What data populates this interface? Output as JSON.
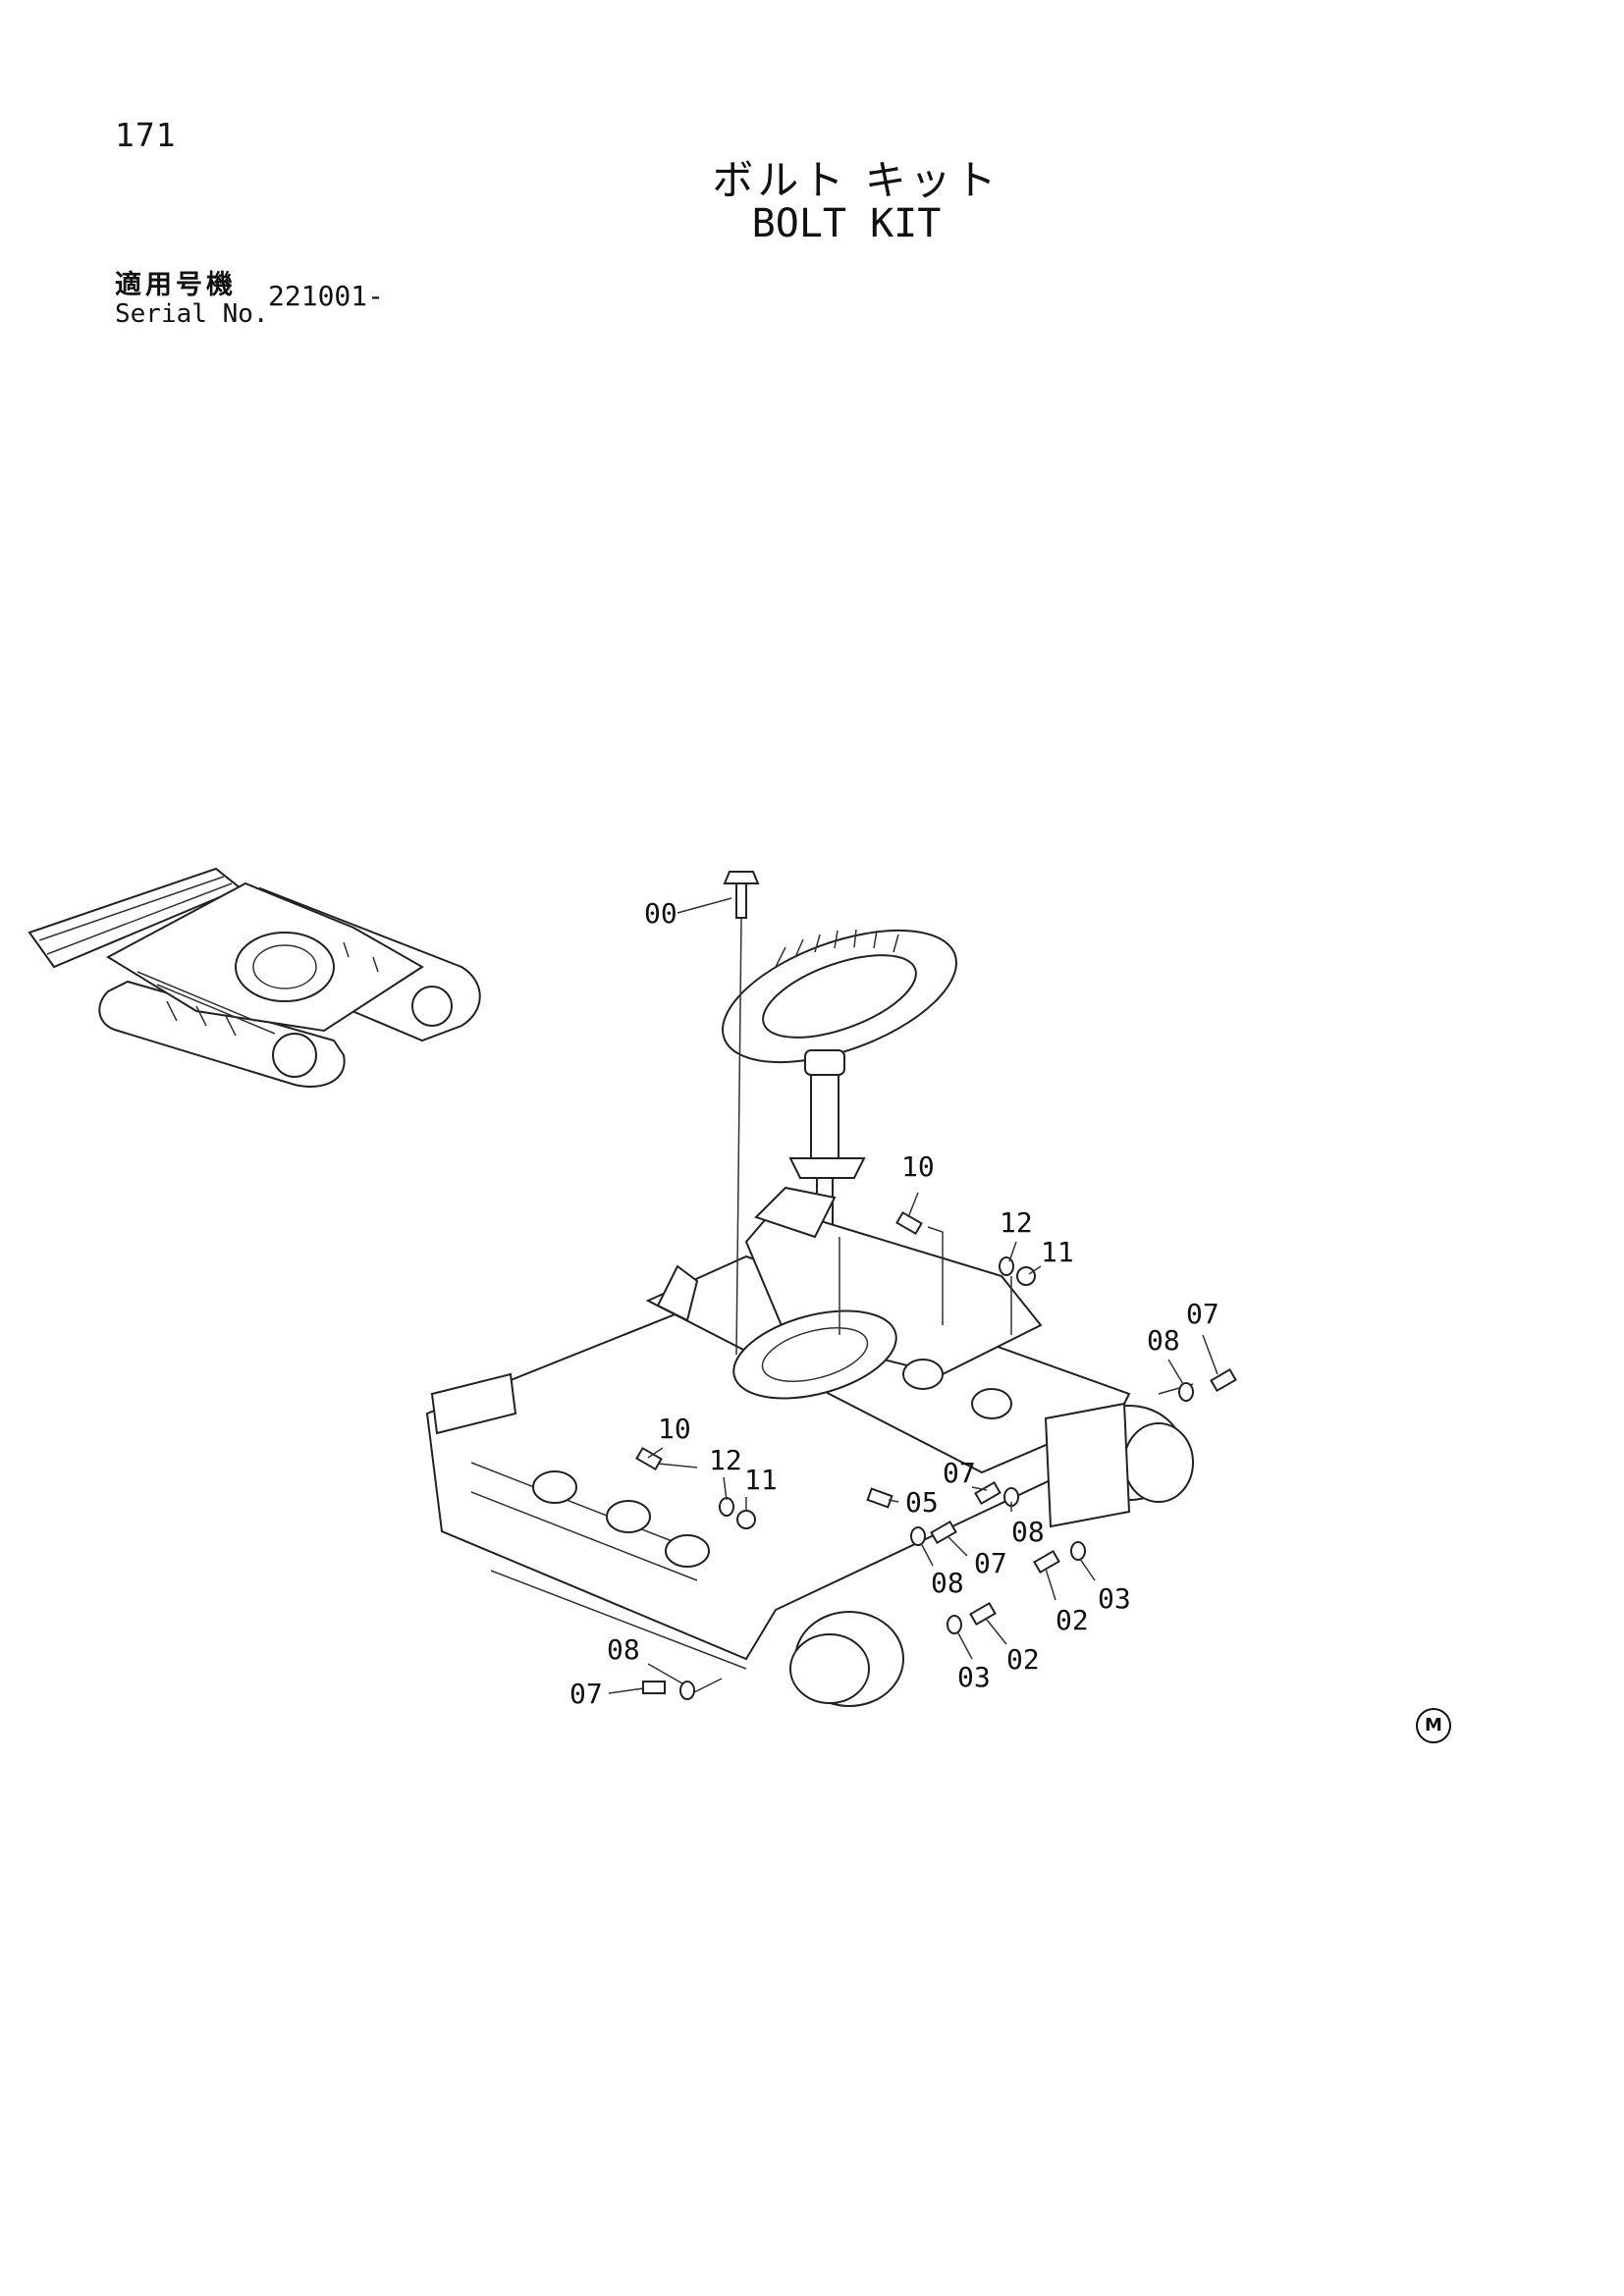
{
  "page": {
    "number": "171",
    "title_jp": "ボルト キット",
    "title_en": "BOLT KIT",
    "serial_label_jp": "適用号機",
    "serial_label_en": "Serial No.",
    "serial_value": "221001-",
    "mark": "M"
  },
  "callouts": [
    "00",
    "10",
    "12",
    "11",
    "07",
    "08",
    "10",
    "12",
    "11",
    "05",
    "07",
    "08",
    "07",
    "08",
    "02",
    "03",
    "03",
    "02",
    "08",
    "07"
  ],
  "icons": [
    "undercarriage-overview-illustration",
    "swing-bearing-ring",
    "track-frame",
    "sprocket",
    "bolt",
    "washer",
    "nut",
    "bracket",
    "circled-m-mark"
  ]
}
